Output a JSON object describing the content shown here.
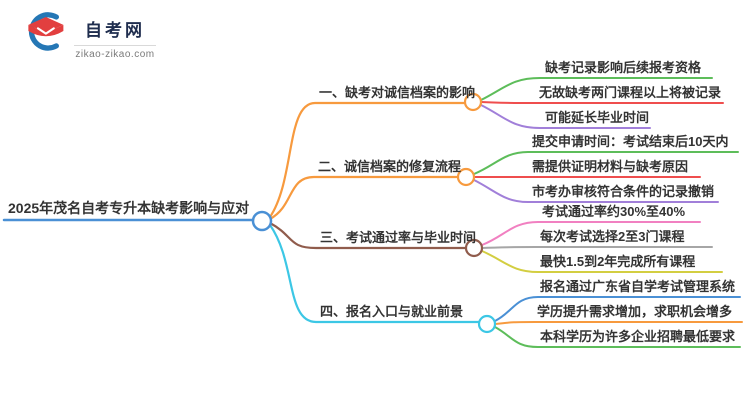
{
  "logo": {
    "name": "自考网",
    "domain": "zikao-zikao.com",
    "icon": "graduation-cap-icon",
    "colors": {
      "crescent_blue": "#2577b5",
      "cap_red": "#e23f3f",
      "title_navy": "#1f2d4e"
    }
  },
  "root": {
    "label": "2025年茂名自考专升本缺考影响与应对",
    "color": "#4a90d5"
  },
  "branches": [
    {
      "label": "一、缺考对诚信档案的影响",
      "color": "#f79a3e",
      "leaves": [
        {
          "text": "缺考记录影响后续报考资格",
          "color": "#5dbd5a"
        },
        {
          "text": "无故缺考两门课程以上将被记录",
          "color": "#ef4e4e"
        },
        {
          "text": "可能延长毕业时间",
          "color": "#a17fd9"
        }
      ]
    },
    {
      "label": "二、诚信档案的修复流程",
      "color": "#f79a3e",
      "leaves": [
        {
          "text": "提交申请时间：考试结束后10天内",
          "color": "#5dbd5a"
        },
        {
          "text": "需提供证明材料与缺考原因",
          "color": "#ef4e4e"
        },
        {
          "text": "市考办审核符合条件的记录撤销",
          "color": "#a17fd9"
        }
      ]
    },
    {
      "label": "三、考试通过率与毕业时间",
      "color": "#905c4c",
      "leaves": [
        {
          "text": "考试通过率约30%至40%",
          "color": "#f180c1"
        },
        {
          "text": "每次考试选择2至3门课程",
          "color": "#a6a6a6"
        },
        {
          "text": "最快1.5到2年完成所有课程",
          "color": "#d3ce41"
        }
      ]
    },
    {
      "label": "四、报名入口与就业前景",
      "color": "#3cc7e5",
      "leaves": [
        {
          "text": "报名通过广东省自学考试管理系统",
          "color": "#4a90d5"
        },
        {
          "text": "学历提升需求增加，求职机会增多",
          "color": "#f79a3e"
        },
        {
          "text": "本科学历为许多企业招聘最低要求",
          "color": "#5dbd5a"
        }
      ]
    }
  ]
}
